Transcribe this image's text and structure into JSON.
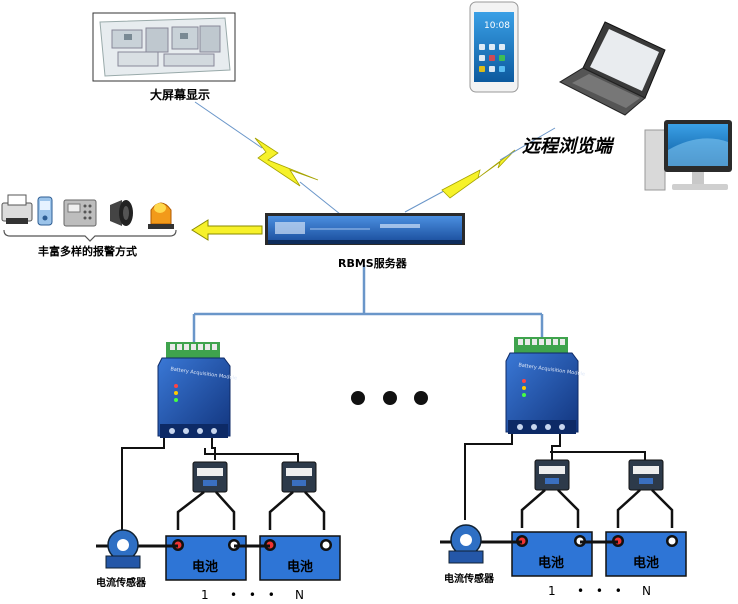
{
  "labels": {
    "big_screen": "大屏幕显示",
    "remote_browser": "远程浏览端",
    "alarm_methods": "丰富多样的报警方式",
    "server": "RBMS服务器",
    "current_sensor_left": "电流传感器",
    "current_sensor_right": "电流传感器",
    "battery_left_1": "电池",
    "battery_left_2": "电池",
    "battery_right_1": "电池",
    "battery_right_2": "电池",
    "index_left_first": "1",
    "index_left_dots": "• • •",
    "index_left_last": "N",
    "index_right_first": "1",
    "index_right_dots": "• • •",
    "index_right_last": "N",
    "module_left_text": "Battery Acquisition Module",
    "module_right_text": "Battery Acquisition Module"
  },
  "icons": {
    "alarm_devices": [
      "printer-icon",
      "mobile-phone-icon",
      "telephone-icon",
      "speaker-icon",
      "alarm-light-icon"
    ],
    "clients": [
      "smartphone-icon",
      "laptop-icon",
      "desktop-computer-icon"
    ]
  },
  "colors": {
    "network_line": "#6a96c9",
    "lightning": "#f6f22a",
    "battery": "#2e75d6",
    "module": "#1f4fa8",
    "arrow": "#f7f12a"
  }
}
